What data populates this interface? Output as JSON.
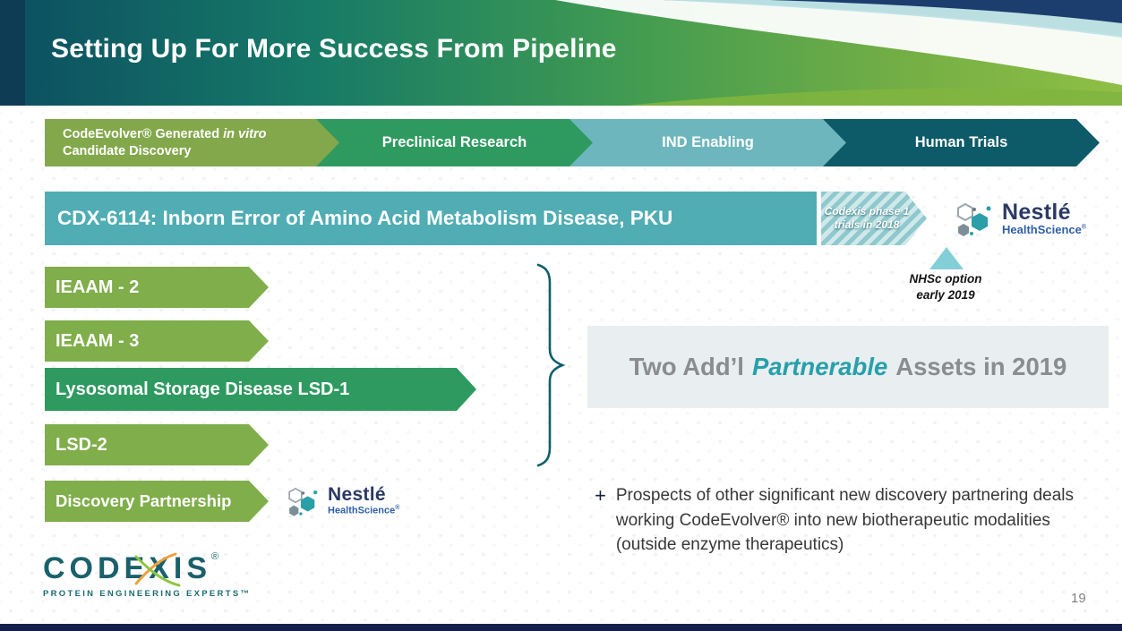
{
  "slide": {
    "title": "Setting Up For More Success From Pipeline",
    "page_number": "19"
  },
  "pipeline": {
    "stage1": {
      "line1_prefix": "CodeEvolver® Generated ",
      "line1_italic": "in vitro",
      "line2": "Candidate Discovery"
    },
    "stage2_label": "Preclinical Research",
    "stage3_label": "IND Enabling",
    "stage4_label": "Human Trials"
  },
  "cdx_row": {
    "label": "CDX-6114:  Inborn Error of Amino Acid Metabolism Disease, PKU",
    "flag_line1": "Codexis phase 1",
    "flag_line2": "trials in 2018"
  },
  "nestle_logo": {
    "brand": "Nestlé",
    "sub": "HealthScience",
    "reg": "®"
  },
  "nhsc_option": {
    "line1": "NHSc option",
    "line2": "early 2019"
  },
  "program_bars": [
    {
      "label": "IEAAM - 2"
    },
    {
      "label": "IEAAM - 3"
    },
    {
      "label": "Lysosomal Storage Disease LSD-1"
    },
    {
      "label": "LSD-2"
    },
    {
      "label": "Discovery Partnership"
    }
  ],
  "assets_box": {
    "prefix": "Two Add’l",
    "highlight": "Partnerable",
    "suffix": "Assets in 2019"
  },
  "bullet": {
    "marker": "+",
    "text": "Prospects of other significant new discovery partnering deals working CodeEvolver® into new biotherapeutic modalities (outside enzyme therapeutics)"
  },
  "codexis_logo": {
    "brand": "CODEXIS",
    "reg": "®",
    "tagline": "PROTEIN ENGINEERING EXPERTS™"
  },
  "colors": {
    "stage_discovery_green": "#83a84b",
    "stage_preclinical_green": "#2f9a60",
    "stage_ind_teal": "#6db6bd",
    "stage_human_dark_teal": "#0d5a68",
    "cdx_bar_teal": "#4fadb3",
    "program_bar_green": "#7fae4a",
    "program_bar_dark_green": "#2f9a60",
    "accent_teal": "#27a0aa",
    "assets_box_bg": "#e9eef0",
    "bottom_bar_navy": "#141f4d"
  }
}
